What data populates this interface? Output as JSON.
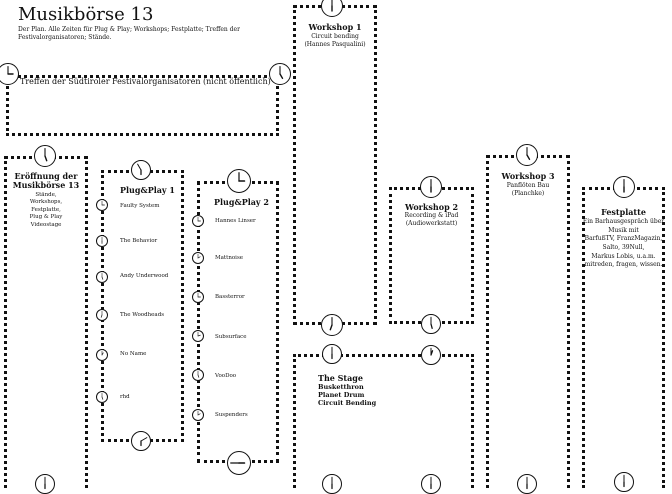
{
  "header": {
    "title": "Musikbörse 13",
    "intro_line1": "Der Plan. Alle Zeiten für Plug & Play; Workshops; Festplatte; Treffen der",
    "intro_line2": "Festivalorganisatoren; Stände."
  },
  "treffen": {
    "title": "Treffen der Südtiroler Festivalorganisatoren (nicht öffentlich)"
  },
  "eroeffnung": {
    "title_line1": "Eröffnung der",
    "title_line2": "Musikbörse 13",
    "lines": [
      "Stände,",
      "Workshops,",
      "Festplatte,",
      "Plug & Play",
      "Videostage"
    ]
  },
  "plug1": {
    "title": "Plug&Play 1",
    "acts": [
      "Faulty System",
      "The Behavior",
      "Andy Underwood",
      "The Woodheads",
      "No Name",
      "rhd"
    ]
  },
  "plug2": {
    "title": "Plug&Play 2",
    "acts": [
      "Hannes Linser",
      "Mattnoise",
      "Bassterror",
      "Subsurface",
      "VooDoo",
      "Suspenders"
    ]
  },
  "workshop1": {
    "title": "Workshop 1",
    "line1": "Circuit bending",
    "line2": "(Hannes Pasqualini)"
  },
  "workshop2": {
    "title": "Workshop 2",
    "line1": "Recording & iPad",
    "line2": "(Audiowerkstatt)"
  },
  "workshop3": {
    "title": "Workshop 3",
    "line1": "Panflöten Bau",
    "line2": "(Planchke)"
  },
  "stage": {
    "title": "The Stage",
    "acts": [
      "Busketthron",
      "Planet Drum",
      "Circuit Bending"
    ]
  },
  "festplatte": {
    "title": "Festplatte",
    "lines": [
      "Ein Barhausgespräch über",
      "Musik mit",
      "BarfußTV, FranzMagazin,",
      "Salto, 39Null,",
      "Markus Lobis, u.a.m.",
      "mitreden, fragen, wissen."
    ]
  }
}
